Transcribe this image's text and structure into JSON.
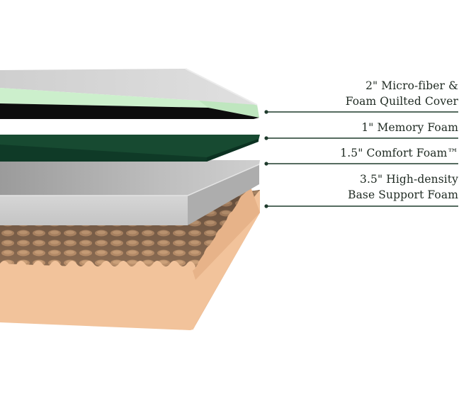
{
  "layers": [
    {
      "id": "cover",
      "lines": [
        "2\" Micro-fiber &",
        "Foam Quilted Cover"
      ]
    },
    {
      "id": "memory",
      "lines": [
        "1\" Memory Foam"
      ]
    },
    {
      "id": "comfort",
      "lines": [
        "1.5\" Comfort Foam™"
      ]
    },
    {
      "id": "base",
      "lines": [
        "3.5\" High-density",
        "Base Support Foam"
      ]
    }
  ],
  "colors": {
    "leader": "#1f3b2c",
    "cover_top": "#d2d2d2",
    "cover_green": "#ccefcc",
    "cover_black": "#0c0c0c",
    "memory_green": "#12402b",
    "comfort_grey": "#b9b9b9",
    "base_peach": "#f2c39b",
    "base_brown": "#7a5b44"
  }
}
